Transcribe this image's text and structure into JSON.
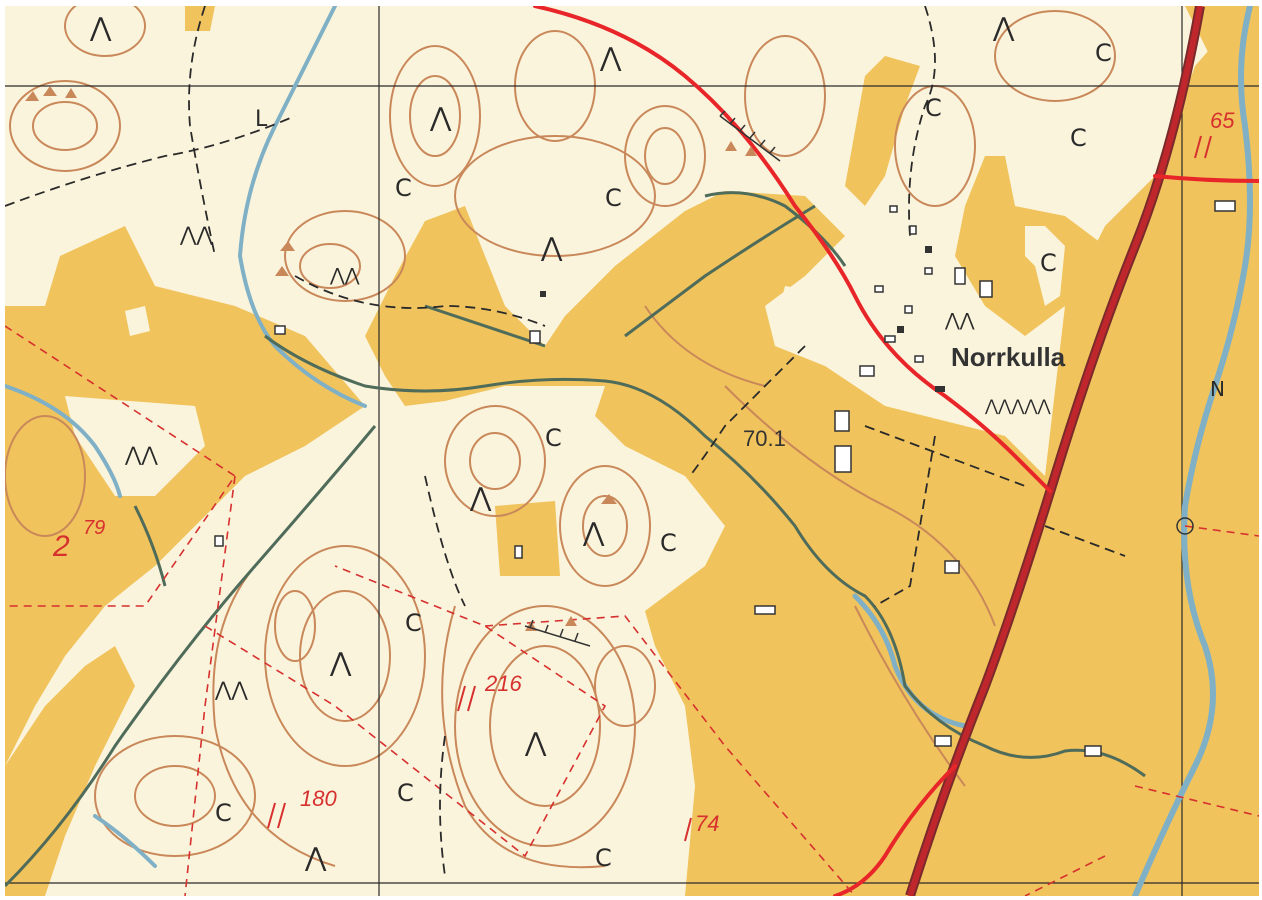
{
  "map": {
    "place_label": "Norrkulla",
    "spot_height": "70.1",
    "parcel_numbers": [
      "2",
      "79",
      "216",
      "180",
      "74",
      "65"
    ],
    "colors": {
      "paper": "#fbf4dc",
      "field": "#f0c35c",
      "contour": "#c9885a",
      "water": "#7fb0c6",
      "road_main": "#e8262a",
      "road_primary": "#c0272d",
      "boundary": "#d6302f",
      "grid": "#2a2a2a",
      "text": "#333333"
    },
    "icons": [
      "conifer-forest-symbol",
      "deciduous-forest-symbol",
      "boulder-symbol",
      "building-symbol",
      "elevation-triangle-symbol"
    ]
  }
}
